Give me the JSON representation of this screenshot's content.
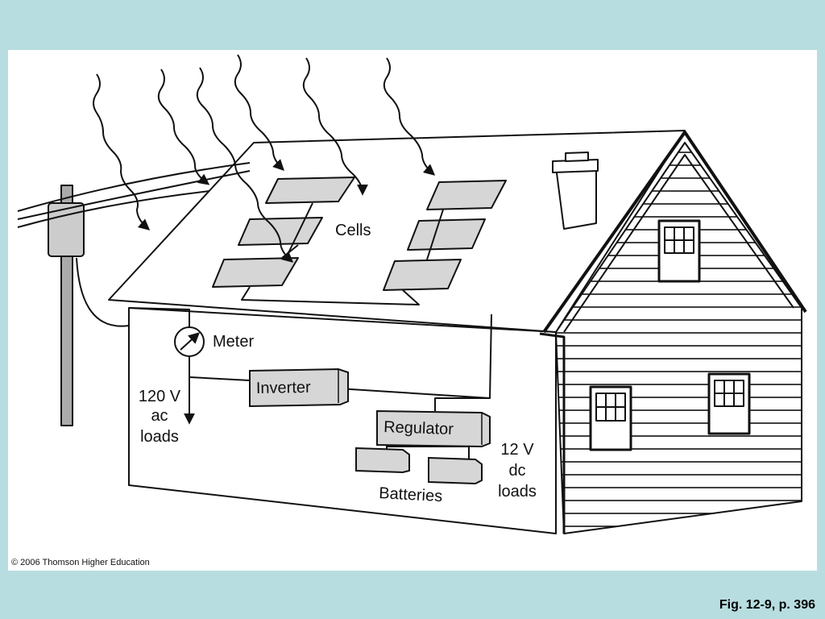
{
  "labels": {
    "cells": "Cells",
    "meter": "Meter",
    "inverter": "Inverter",
    "regulator": "Regulator",
    "batteries": "Batteries",
    "ac_line1": "120 V",
    "ac_line2": "ac",
    "ac_line3": "loads",
    "dc_line1": "12 V",
    "dc_line2": "dc",
    "dc_line3": "loads"
  },
  "copyright": "© 2006 Thomson Higher Education",
  "caption": "Fig. 12-9, p. 396",
  "colors": {
    "background": "#b8dde0",
    "panel": "#ffffff",
    "component_fill": "#d6d6d6",
    "line": "#111111"
  }
}
